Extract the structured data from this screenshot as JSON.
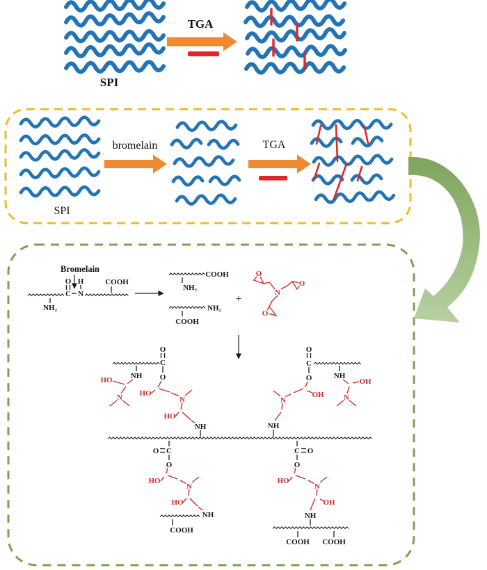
{
  "colors": {
    "chain_blue": "#2474b5",
    "arrow_orange": "#ee8a31",
    "crosslink_red": "#e02626",
    "chem_red": "#cc2b2b",
    "box_yellow": "#eebb2e",
    "box_green": "#7ca24f",
    "arrow_green_dark": "#7fa45e",
    "arrow_green_light": "#b7d0a0"
  },
  "top_scheme": {
    "spi_label": "SPI",
    "tga_label": "TGA"
  },
  "hydrolysis_box": {
    "spi_label": "SPI",
    "bromelain_label": "bromelain",
    "tga_label": "TGA"
  },
  "mechanism": {
    "bromelain_label": "Bromelain",
    "peptide": {
      "carbonyl_o": "O",
      "amide_h": "H",
      "cooh": "COOH",
      "c": "C",
      "n": "N",
      "nh2": "NH₂"
    },
    "hydrolysate_top": {
      "cooh": "COOH",
      "nh2": "NH₂"
    },
    "hydrolysate_bottom": {
      "nh2": "NH₂",
      "cooh": "COOH"
    },
    "plus_sign": "+",
    "tga_molecule": {
      "n": "N",
      "o_top_left": "O",
      "o_top_right": "O",
      "o_bottom": "O"
    },
    "network": {
      "upper_left": {
        "carbonyl_o": "O",
        "carbonyl_c": "C",
        "ester_o": "O",
        "amide_nh": "NH",
        "side_ho": "HO",
        "side_n": "N",
        "ho1": "HO",
        "n": "N",
        "ho2": "HO",
        "link_nh": "NH"
      },
      "upper_right": {
        "carbonyl_o": "O",
        "carbonyl_c": "C",
        "ester_o": "O",
        "amide_nh": "NH",
        "side_oh": "OH",
        "side_n": "N",
        "oh1": "OH",
        "n": "N",
        "link_nh": "NH"
      },
      "backbone": {
        "nh_left": "NH",
        "nh_right": "NH",
        "left_o": "O",
        "left_c": "C",
        "left_ester_o": "O",
        "right_c": "C",
        "right_o": "O",
        "right_ester_o": "O"
      },
      "lower_left": {
        "ho1": "HO",
        "n": "N",
        "ho2": "HO",
        "link_nh": "NH",
        "cooh": "COOH"
      },
      "lower_right": {
        "ho1": "HO",
        "n": "N",
        "oh2": "OH",
        "link_nh": "NH",
        "cooh1": "COOH",
        "cooh2": "COOH"
      }
    }
  }
}
